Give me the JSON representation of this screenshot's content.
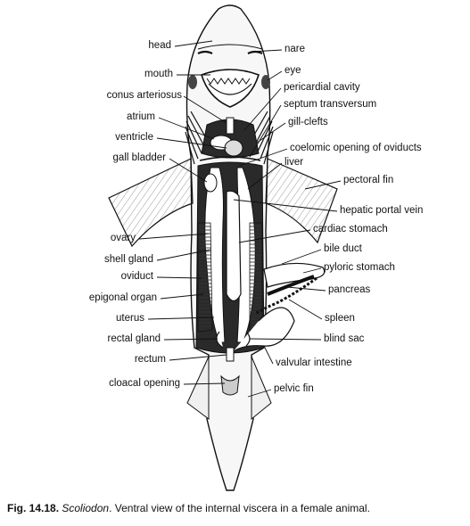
{
  "caption": {
    "figure": "Fig. 14.18.",
    "genus": "Scoliodon",
    "text": ". Ventral view of the internal viscera in a female animal."
  },
  "labels": {
    "left": {
      "head": "head",
      "mouth": "mouth",
      "conus_arteriosus": "conus arteriosus",
      "atrium": "atrium",
      "ventricle": "ventricle",
      "gall_bladder": "gall bladder",
      "ovary": "ovary",
      "shell_gland": "shell gland",
      "oviduct": "oviduct",
      "epigonal_organ": "epigonal organ",
      "uterus": "uterus",
      "rectal_gland": "rectal gland",
      "rectum": "rectum",
      "cloacal_opening": "cloacal opening"
    },
    "right": {
      "nare": "nare",
      "eye": "eye",
      "pericardial_cavity": "pericardial cavity",
      "septum_transversum": "septum transversum",
      "gill_clefts": "gill-clefts",
      "coelomic_opening": "coelomic opening of oviducts",
      "liver": "liver",
      "pectoral_fin": "pectoral fin",
      "hepatic_portal_vein": "hepatic portal vein",
      "cardiac_stomach": "cardiac stomach",
      "bile_duct": "bile duct",
      "pyloric_stomach": "pyloric stomach",
      "pancreas": "pancreas",
      "spleen": "spleen",
      "blind_sac": "blind sac",
      "valvular_intestine": "valvular intestine",
      "pelvic_fin": "pelvic fin"
    }
  },
  "colors": {
    "ink": "#111111",
    "background": "#ffffff",
    "dark_cavity": "#2a2a2a"
  }
}
